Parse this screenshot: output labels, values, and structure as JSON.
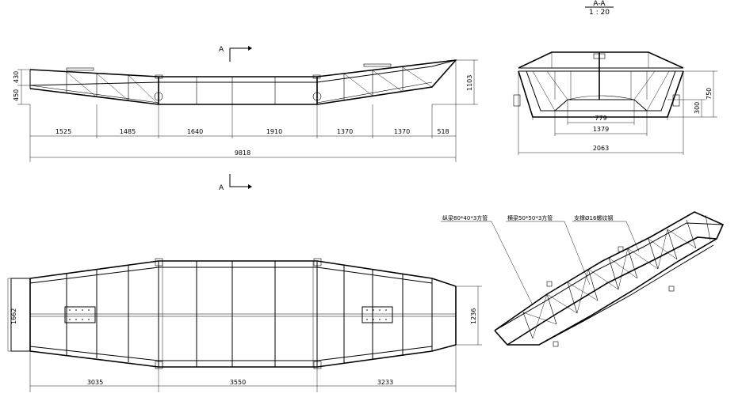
{
  "section_view": {
    "title": "A-A",
    "scale": "1 : 20"
  },
  "section_markers": [
    "A",
    "A"
  ],
  "side_view": {
    "heights": [
      "430",
      "450",
      "1103"
    ],
    "segments": [
      "1525",
      "1485",
      "1640",
      "1910",
      "1370",
      "1370",
      "518"
    ],
    "overall_length": "9818"
  },
  "section_dims": {
    "width_inner": "779",
    "width_mid": "1379",
    "width_overall": "2063",
    "h_inner": "300",
    "h_total": "750"
  },
  "plan_view": {
    "height_left": "1662",
    "height_right": "1236",
    "segments": [
      "3035",
      "3550",
      "3233"
    ]
  },
  "iso_labels": [
    "纵梁80*40*3方管",
    "横梁50*50*3方管",
    "支撑Ø16螺纹钢"
  ]
}
